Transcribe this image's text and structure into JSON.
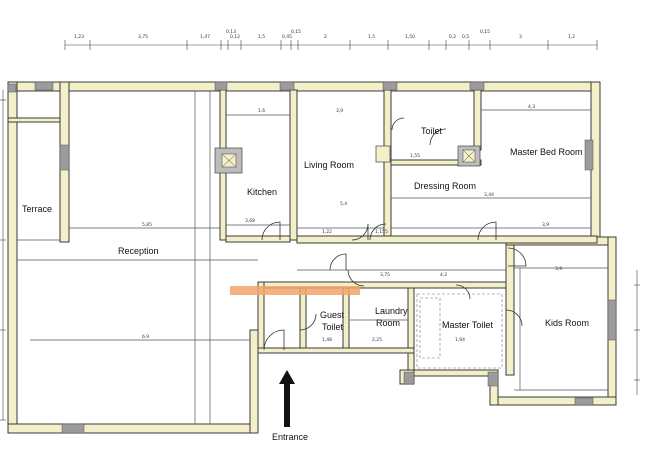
{
  "rooms": {
    "terrace": "Terrace",
    "reception": "Reception",
    "kitchen": "Kitchen",
    "living_room": "Living Room",
    "toilet": "Toilet",
    "master_bed_room": "Master Bed Room",
    "dressing_room": "Dressing Room",
    "guest_toilet_1": "Guest",
    "guest_toilet_2": "Toilet",
    "laundry_room_1": "Laundry",
    "laundry_room_2": "Room",
    "master_toilet": "Master Toilet",
    "kids_room": "Kids Room"
  },
  "entrance_label": "Entrance",
  "dimensions": {
    "top": [
      "1,23",
      "3,75",
      "1,47",
      "0,13",
      "0,12",
      "1,5",
      "0,45",
      "0,15",
      "2",
      "1,5",
      "1,50",
      "0,2",
      "0,5",
      "0,15",
      "3",
      "1,2"
    ],
    "terrace_width": "5,85",
    "reception_width": "6,9",
    "kitchen": [
      "1,6",
      "3,68"
    ],
    "living_room": [
      "3,9",
      "5,4",
      "1,22",
      "1,155"
    ],
    "toilet": [
      "1,55"
    ],
    "master_bed": [
      "4,3",
      "3,44",
      "3,9"
    ],
    "corridor": [
      "3,75",
      "4,2"
    ],
    "guest_toilet": [
      "1,48"
    ],
    "laundry": [
      "2,25"
    ],
    "master_toilet": [
      "1,94"
    ],
    "kids_room": [
      "3,9"
    ]
  },
  "colors": {
    "wall_fill": "#f3f0c9",
    "wall_stroke": "#3a3a3a",
    "window": "#9b9b9b",
    "highlight": "#f2a36b"
  }
}
